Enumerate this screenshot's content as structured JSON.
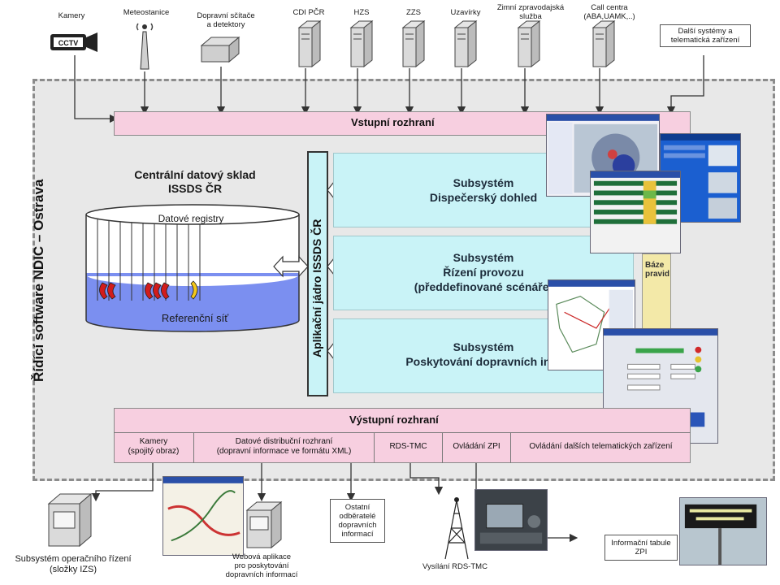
{
  "sources": [
    {
      "label": "Kamery",
      "icon": "cctv-camera-icon"
    },
    {
      "label": "Meteostanice",
      "icon": "weather-station-icon"
    },
    {
      "label": "Dopravní sčítače\na detektory",
      "icon": "traffic-counter-icon"
    },
    {
      "label": "CDI PČR",
      "icon": "server-icon"
    },
    {
      "label": "HZS",
      "icon": "server-icon"
    },
    {
      "label": "ZZS",
      "icon": "server-icon"
    },
    {
      "label": "Uzavírky",
      "icon": "server-icon"
    },
    {
      "label": "Zimní zpravodajská\nslužba",
      "icon": "server-icon"
    },
    {
      "label": "Call centra\n(ABA,UAMK,..)",
      "icon": "server-icon"
    },
    {
      "label": "Další systémy a\ntelematická zařízení",
      "icon": ""
    }
  ],
  "side_title": "Řídící software NDIC – Ostrava",
  "input_interface": "Vstupní rozhraní",
  "data_store": {
    "title_line1": "Centrální datový sklad",
    "title_line2": "ISSDS ČR",
    "registry": "Datové registry",
    "network": "Referenční síť"
  },
  "core": "Aplikační jádro ISSDS ČR",
  "subsystems": [
    {
      "text": "Subsystém\nDispečerský dohled"
    },
    {
      "text": "Subsystém\nŘízení provozu\n(předdefinované scénáře)"
    },
    {
      "text": "Subsystém\nPoskytování dopravních info"
    }
  ],
  "baze_label": "Báze\npravid",
  "output_interface": "Výstupní rozhraní",
  "output_cells": [
    "Kamery\n(spojitý obraz)",
    "Datové distribuční rozhraní\n(dopravní informace ve formátu XML)",
    "RDS-TMC",
    "Ovládání ZPI",
    "Ovládání dalších telematických zařízení"
  ],
  "consumers": [
    {
      "label": "Subsystém operačního řízení\n(složky IZS)"
    },
    {
      "label": "Webová aplikace\npro poskytování\ndopravních informací"
    },
    {
      "label": "Ostatní\nodběratelé\ndopravních\ninformací"
    },
    {
      "label": "Vysílání RDS-TMC"
    },
    {
      "label": "Informační tabule\nZPI"
    }
  ],
  "cctv_text": "CCTV",
  "colors": {
    "interface": "#f7cfe0",
    "subsystem": "#c9f3f7",
    "store_top": "#ffffff",
    "store_bottom": "#7b8ff0",
    "arrow_red": "#d21c1c",
    "arrow_yellow": "#f3c71a"
  }
}
